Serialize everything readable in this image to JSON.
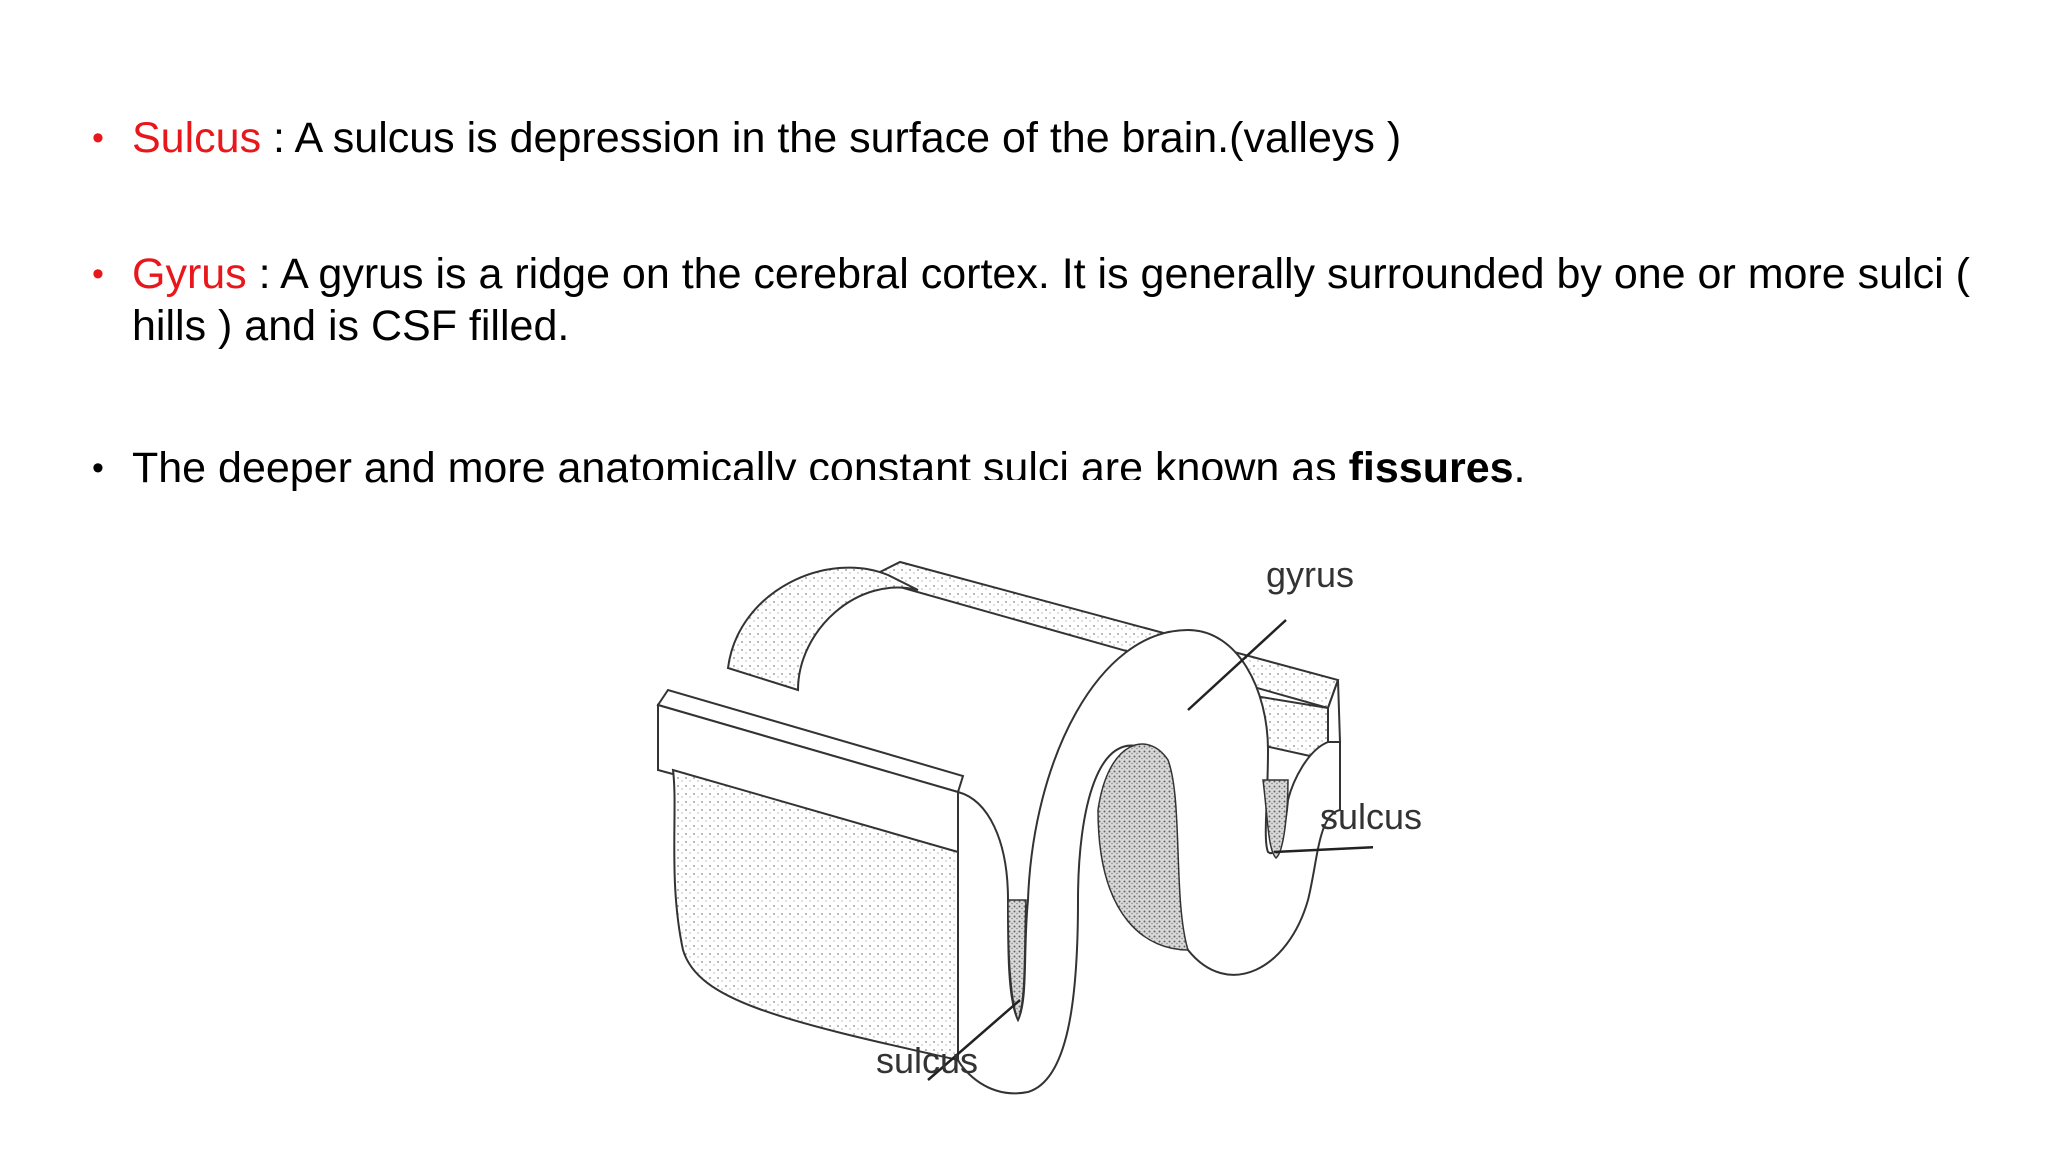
{
  "bullets": [
    {
      "term": "Sulcus",
      "text": " : A sulcus is depression in the surface of the brain.(valleys )"
    },
    {
      "term": "Gyrus",
      "text": " : A gyrus is a ridge on the cerebral cortex. It is generally surrounded by one or more sulci ( hills ) and is CSF filled."
    },
    {
      "text_prefix": "The deeper and more anatomically constant sulci are known as ",
      "bold_word": "fissures",
      "text_suffix": "."
    }
  ],
  "figure": {
    "labels": {
      "gyrus": "gyrus",
      "sulcus_right": "sulcus",
      "sulcus_bottom": "sulcus"
    }
  },
  "colors": {
    "term": "#e8171c",
    "text": "#000000",
    "background": "#ffffff"
  }
}
